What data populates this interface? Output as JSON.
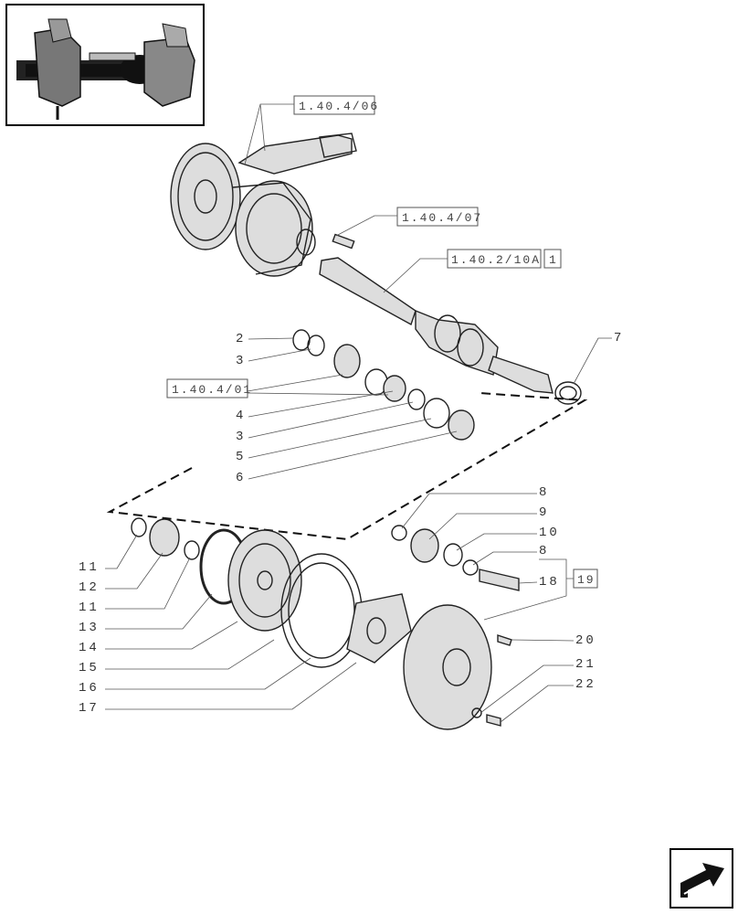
{
  "references": [
    {
      "id": "ref-1-40-4-06",
      "text": "1.40.4/06"
    },
    {
      "id": "ref-1-40-4-07",
      "text": "1.40.4/07"
    },
    {
      "id": "ref-1-40-2-10a",
      "text": "1.40.2/10A"
    },
    {
      "id": "ref-1",
      "text": "1"
    },
    {
      "id": "ref-1-40-4-01",
      "text": "1.40.4/01"
    },
    {
      "id": "ref-19",
      "text": "19"
    }
  ],
  "callouts": [
    "2",
    "3",
    "4",
    "3",
    "5",
    "6",
    "7",
    "8",
    "9",
    "10",
    "8",
    "18",
    "11",
    "12",
    "11",
    "13",
    "14",
    "15",
    "16",
    "17",
    "20",
    "21",
    "22"
  ],
  "icons": {
    "thumbnail": "axle-assembly-thumbnail-icon",
    "navigation": "next-page-arrow-icon"
  }
}
